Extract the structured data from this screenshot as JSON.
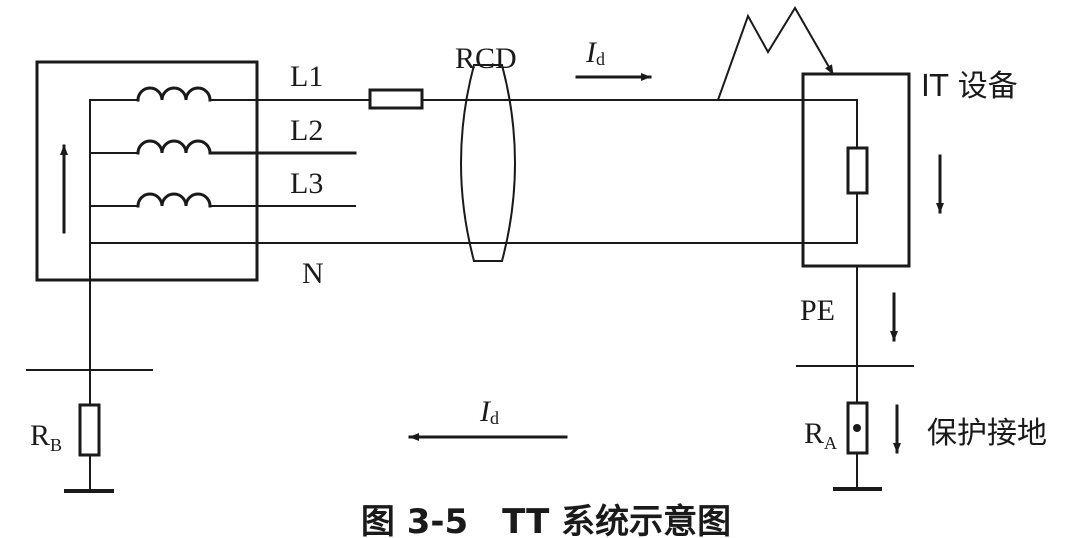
{
  "labels": {
    "l1": "L1",
    "l2": "L2",
    "l3": "L3",
    "n": "N",
    "rcd": "RCD",
    "id_main": "I",
    "id_sub": "d",
    "it_equipment": "IT 设备",
    "pe": "PE",
    "ra_main": "R",
    "ra_sub": "A",
    "rb_main": "R",
    "rb_sub": "B",
    "protective_earthing": "保护接地"
  },
  "caption": "图 3-5　TT 系统示意图"
}
